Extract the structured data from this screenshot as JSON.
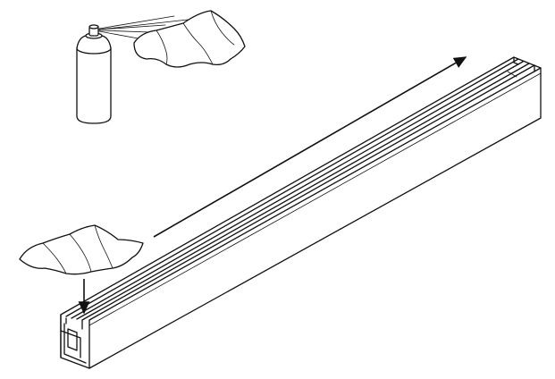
{
  "illustration": {
    "subject": "instruction-diagram",
    "elements": [
      "spray-can",
      "cleaning-cloth-top",
      "aluminium-rail-profile",
      "cleaning-cloth-bottom",
      "wipe-direction-arrow",
      "apply-down-arrow"
    ]
  },
  "colors": {
    "line": "#111111",
    "background": "#ffffff"
  }
}
